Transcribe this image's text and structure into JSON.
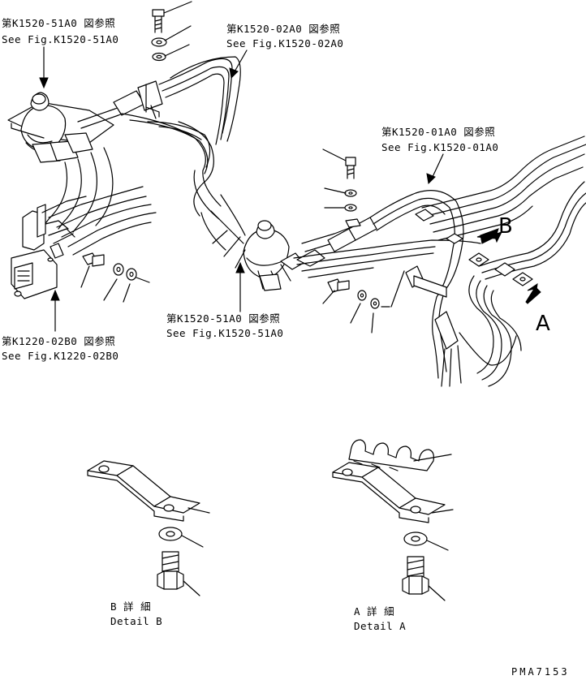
{
  "refs": {
    "top_left": {
      "jp": "第K1520-51A0 図参照",
      "en": "See Fig.K1520-51A0"
    },
    "top_mid": {
      "jp": "第K1520-02A0 図参照",
      "en": "See Fig.K1520-02A0"
    },
    "right": {
      "jp": "第K1520-01A0 図参照",
      "en": "See Fig.K1520-01A0"
    },
    "bottom_mid": {
      "jp": "第K1520-51A0 図参照",
      "en": "See Fig.K1520-51A0"
    },
    "bottom_left": {
      "jp": "第K1220-02B0 図参照",
      "en": "See Fig.K1220-02B0"
    }
  },
  "view_markers": {
    "a": "A",
    "b": "B"
  },
  "details": {
    "b": {
      "jp": "B 詳 細",
      "en": "Detail B"
    },
    "a": {
      "jp": "A 詳 細",
      "en": "Detail A"
    }
  },
  "drawing_code": "PMA7153"
}
